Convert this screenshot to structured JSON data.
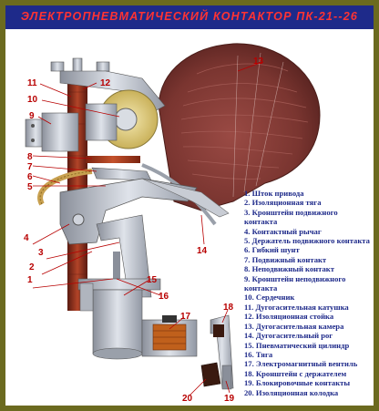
{
  "title": "ЭЛЕКТРОПНЕВМАТИЧЕСКИЙ  КОНТАКТОР  ПК-21--26",
  "callouts": [
    "1",
    "2",
    "3",
    "4",
    "5",
    "6",
    "7",
    "8",
    "9",
    "10",
    "11",
    "12",
    "13",
    "14",
    "15",
    "16",
    "17",
    "18",
    "19",
    "20"
  ],
  "legend": [
    {
      "num": "1.",
      "text": "Шток привода"
    },
    {
      "num": "2.",
      "text": "Изоляционная тяга"
    },
    {
      "num": "3.",
      "text": "Кронштейн подвижного контакта"
    },
    {
      "num": "4.",
      "text": "Контактный рычаг"
    },
    {
      "num": "5.",
      "text": "Держатель подвижного контакта"
    },
    {
      "num": "6.",
      "text": "Гибкий шунт"
    },
    {
      "num": "7.",
      "text": "Подвижный контакт"
    },
    {
      "num": "8.",
      "text": "Неподвижный контакт"
    },
    {
      "num": "9.",
      "text": "Кронштейн неподвижного контакта"
    },
    {
      "num": "10.",
      "text": "Сердечник"
    },
    {
      "num": "11.",
      "text": "Дугогасительная катушка"
    },
    {
      "num": "12.",
      "text": "Изоляционная стойка"
    },
    {
      "num": "13.",
      "text": "Дугогасительная камера"
    },
    {
      "num": "14.",
      "text": "Дугогасительный рог"
    },
    {
      "num": "15.",
      "text": "Пневматический цилиндр"
    },
    {
      "num": "16.",
      "text": "Тяга"
    },
    {
      "num": "17.",
      "text": "Электромагнитный вентиль"
    },
    {
      "num": "18.",
      "text": "Кронштейн с держателем"
    },
    {
      "num": "19.",
      "text": "Блокировочные контакты"
    },
    {
      "num": "20.",
      "text": "Изоляционная колодка"
    }
  ],
  "colors": {
    "frame": "#6b6a1f",
    "title_bar": "#1e2a8a",
    "title_text": "#ff3333",
    "legend_text": "#1e2a8a",
    "callout": "#b80000",
    "chamber": "#7a3530"
  }
}
